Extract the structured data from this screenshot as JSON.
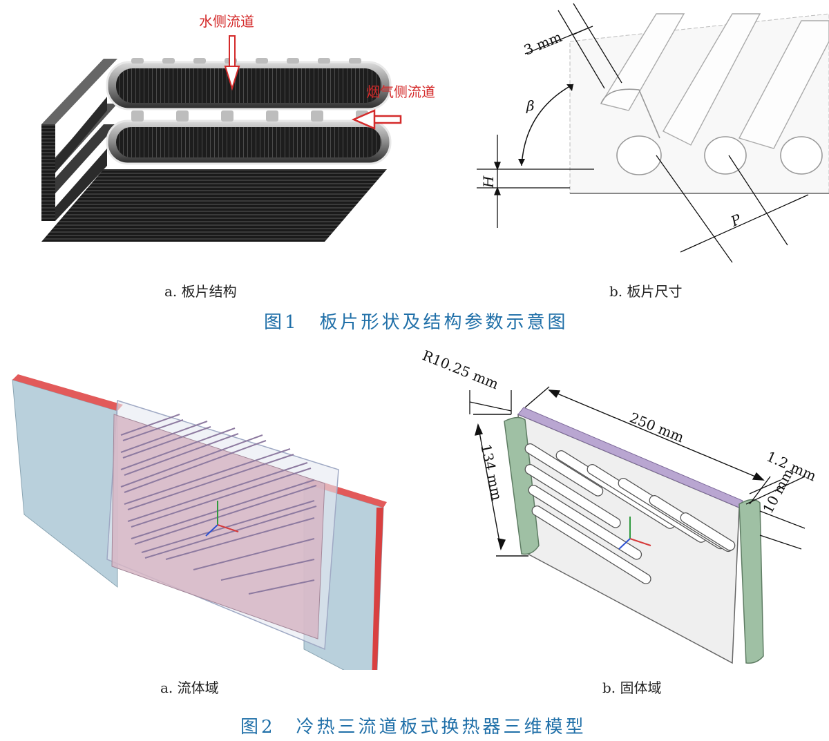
{
  "figure1": {
    "panel_a": {
      "water_label": "水侧流道",
      "gas_label": "烟气侧流道",
      "caption": "a. 板片结构"
    },
    "panel_b": {
      "dim_thickness": "3 mm",
      "dim_angle": "β",
      "dim_height": "H",
      "dim_pitch": "P",
      "caption": "b. 板片尺寸"
    },
    "caption": "图1　板片形状及结构参数示意图"
  },
  "figure2": {
    "panel_a": {
      "caption": "a. 流体域"
    },
    "panel_b": {
      "dim_radius": "R10.25 mm",
      "dim_length": "250 mm",
      "dim_width": "134 mm",
      "dim_thickness": "1.2 mm",
      "dim_depth": "10 mm",
      "caption": "b. 固体域"
    },
    "caption": "图2　冷热三流道板式换热器三维模型"
  },
  "colors": {
    "caption_blue": "#1f6fa8",
    "label_red": "#d42a2a",
    "inlet_red": "#e25a5a",
    "fluid_blue": "#b9d0dc",
    "fluid_pink": "#d6b6c4",
    "solid_green": "#9fc0a4",
    "solid_purple": "#b9a6d1"
  }
}
